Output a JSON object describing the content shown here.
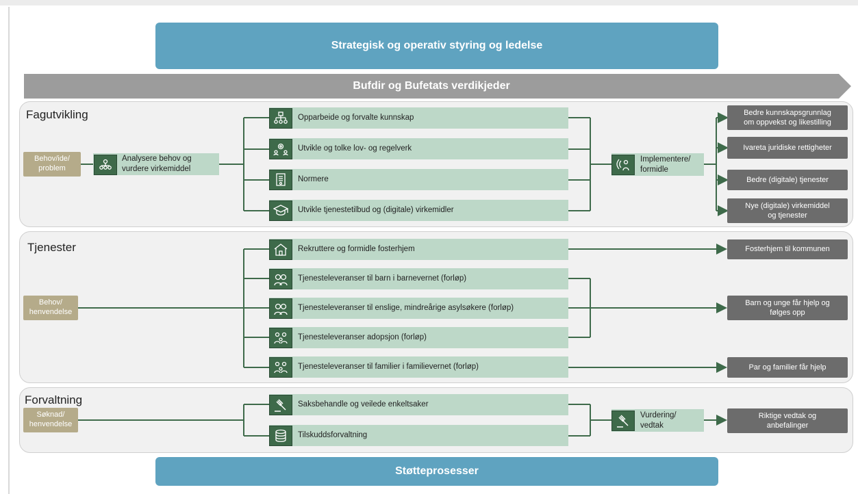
{
  "header": {
    "strategic_band": "Strategisk  og operativ styring og ledelse",
    "value_chain_arrow": "Bufdir og Bufetats verdikjeder",
    "support_band": "Støtteprosesser"
  },
  "fagutvikling": {
    "title": "Fagutvikling",
    "input": "Behov/ide/\nproblem",
    "analyse": "Analysere behov og\nvurdere virkemiddel",
    "processes": [
      "Opparbeide og forvalte kunnskap",
      "Utvikle og tolke lov- og regelverk",
      "Normere",
      "Utvikle tjenestetilbud og (digitale) virkemidler"
    ],
    "implement": "Implementere/\nformidle",
    "outcomes": [
      "Bedre kunnskapsgrunnlag\nom oppvekst og likestilling",
      "Ivareta juridiske rettigheter",
      "Bedre (digitale) tjenester",
      "Nye  (digitale) virkemiddel\nog tjenester"
    ]
  },
  "tjenester": {
    "title": "Tjenester",
    "input": "Behov/\nhenvendelse",
    "processes": [
      "Rekruttere og formidle fosterhjem",
      "Tjenesteleveranser til barn i barnevernet (forløp)",
      "Tjenesteleveranser til enslige, mindreårige asylsøkere (forløp)",
      "Tjenesteleveranser adopsjon (forløp)",
      "Tjenesteleveranser til familier i familievernet (forløp)"
    ],
    "outcomes": [
      "Fosterhjem til kommunen",
      "Barn og unge får hjelp og\nfølges opp",
      "Par og familier får hjelp"
    ]
  },
  "forvaltning": {
    "title": "Forvaltning",
    "input": "Søknad/\nhenvendelse",
    "processes": [
      "Saksbehandle og veilede enkeltsaker",
      "Tilskuddsforvaltning"
    ],
    "decision": "Vurdering/\nvedtak",
    "outcome": "Riktige vedtak og\nanbefalinger"
  },
  "icons": {
    "analyse": "people-group-icon",
    "opparbeide": "knowledge-network-icon",
    "utvikle_lov": "gear-people-icon",
    "normere": "document-standard-icon",
    "utvikle_tjeneste": "graduation-cap-icon",
    "implement": "broadcast-person-icon",
    "rekruttere": "house-icon",
    "barn": "children-icon",
    "enslige": "children-icon",
    "adopsjon": "family-icon",
    "familier": "family-icon",
    "saksbehandle": "gavel-icon",
    "tilskudd": "coins-icon",
    "vurdering": "gavel-icon"
  },
  "colors": {
    "band": "#5fa3c0",
    "arrow": "#9c9c9c",
    "process": "#bdd8c8",
    "icon": "#3e6a4a",
    "input": "#b5ab8a",
    "outcome": "#6c6c6c",
    "connector": "#3e6a4a"
  }
}
